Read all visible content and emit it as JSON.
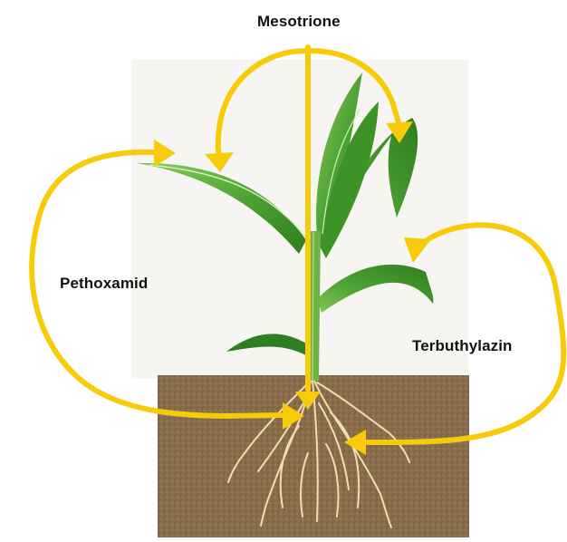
{
  "labels": {
    "mesotrione": "Mesotrione",
    "pethoxamid": "Pethoxamid",
    "terbuthylazin": "Terbuthylazin"
  },
  "colors": {
    "arrow": "#F7CB0A",
    "leaf_dark": "#2E7D1E",
    "leaf_mid": "#4FA434",
    "leaf_light": "#8CCB5E",
    "soil": "#8A6E4C",
    "soil_dark": "#6E5638",
    "root": "#F1DFAE",
    "plant_bg": "#F6F5F2"
  },
  "icons": [
    "maize-plant",
    "soil-block",
    "root-system"
  ]
}
